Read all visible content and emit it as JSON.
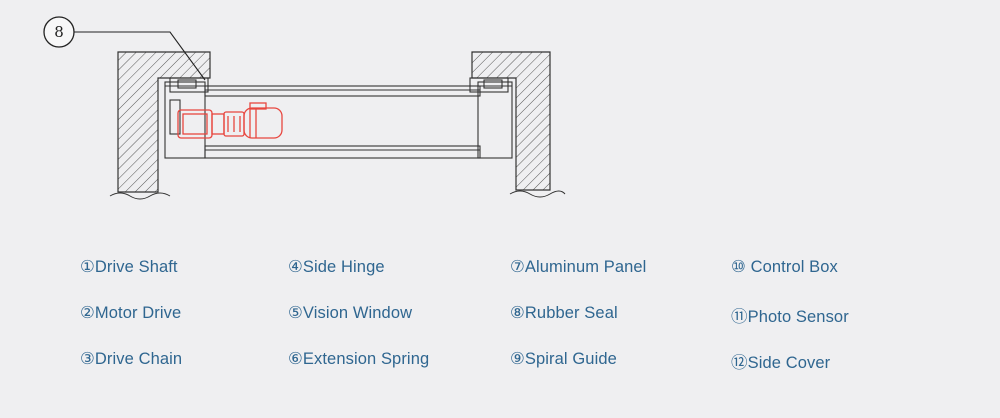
{
  "callout": {
    "number": "8"
  },
  "colors": {
    "line": "#333333",
    "hatch": "#555555",
    "motor": "#e8463f",
    "legend_text": "#2f6690",
    "background": "#efeff1"
  },
  "legend": [
    {
      "marker": "①",
      "label": "Drive Shaft"
    },
    {
      "marker": "②",
      "label": "Motor Drive"
    },
    {
      "marker": "③",
      "label": "Drive Chain"
    },
    {
      "marker": "④",
      "label": "Side Hinge"
    },
    {
      "marker": "⑤",
      "label": "Vision Window"
    },
    {
      "marker": "⑥",
      "label": "Extension Spring"
    },
    {
      "marker": "⑦",
      "label": "Aluminum Panel"
    },
    {
      "marker": "⑧",
      "label": "Rubber Seal"
    },
    {
      "marker": "⑨",
      "label": "Spiral Guide"
    },
    {
      "marker": "⑩",
      "label": " Control Box"
    },
    {
      "marker": "⑪",
      "label": "Photo Sensor"
    },
    {
      "marker": "⑫",
      "label": "Side Cover"
    }
  ]
}
